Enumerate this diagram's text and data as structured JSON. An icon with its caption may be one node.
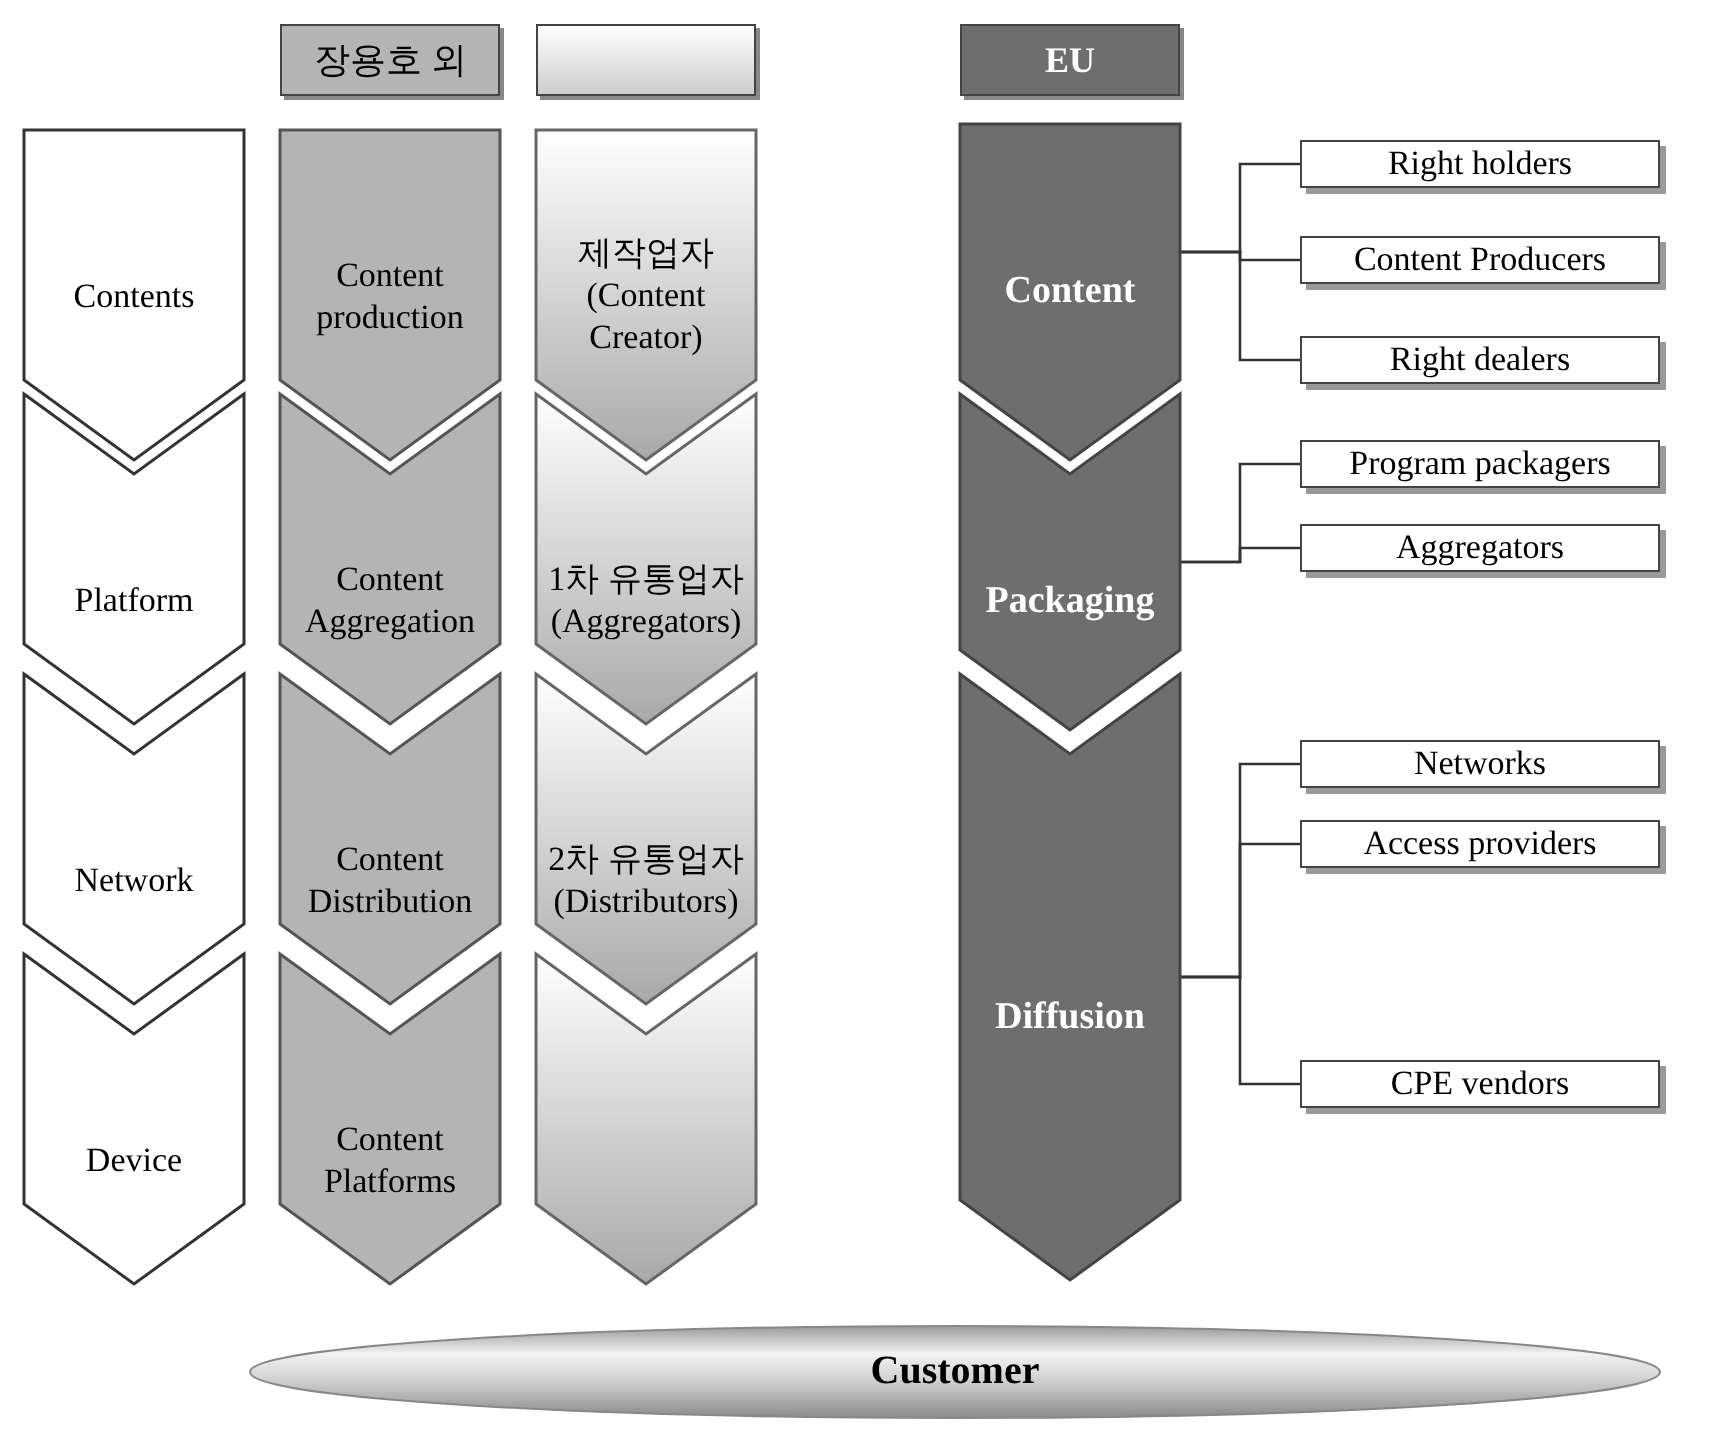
{
  "diagram": {
    "nodes": [
      {
        "text": [
          "장용호 외"
        ]
      },
      {
        "text": [],
        "shape": "box"
      },
      {
        "text": [
          "EU"
        ]
      },
      {
        "text": [
          "Contents"
        ]
      },
      {
        "text": [
          "Platform"
        ]
      },
      {
        "text": [
          "Network"
        ]
      },
      {
        "text": [
          "Device"
        ]
      },
      {
        "text": [
          "Content production"
        ]
      },
      {
        "text": [
          "Content Aggregation"
        ]
      },
      {
        "text": [
          "Content Distribution"
        ]
      },
      {
        "text": [
          "Content Platforms"
        ]
      },
      {
        "text": [
          "제작업자 (Content Creator)"
        ]
      },
      {
        "text": [
          "1차 유통업자 (Aggregators)"
        ]
      },
      {
        "text": [
          "2차 유통업자 (Distributors)"
        ]
      },
      {
        "text": [],
        "shape": "chevron"
      },
      {
        "text": [
          "Content"
        ]
      },
      {
        "text": [
          "Packaging"
        ]
      },
      {
        "text": [
          "Diffusion"
        ]
      },
      {
        "text": [
          "Right holders"
        ]
      },
      {
        "text": [
          "Content Producers"
        ]
      },
      {
        "text": [
          "Right dealers"
        ]
      },
      {
        "text": [
          "Program packagers"
        ]
      },
      {
        "text": [
          "Aggregators"
        ]
      },
      {
        "text": [
          "Networks"
        ]
      },
      {
        "text": [
          "Access providers"
        ]
      },
      {
        "text": [
          "CPE vendors"
        ]
      },
      {
        "text": [
          "Customer"
        ]
      }
    ],
    "edges": [
      {
        "from": 15,
        "to": 18,
        "arrow": "none"
      },
      {
        "from": 15,
        "to": 19,
        "arrow": "none"
      },
      {
        "from": 15,
        "to": 20,
        "arrow": "none"
      },
      {
        "from": 16,
        "to": 21,
        "arrow": "none"
      },
      {
        "from": 16,
        "to": 22,
        "arrow": "none"
      },
      {
        "from": 17,
        "to": 23,
        "arrow": "none"
      },
      {
        "from": 17,
        "to": 24,
        "arrow": "none"
      },
      {
        "from": 17,
        "to": 25,
        "arrow": "none"
      }
    ]
  }
}
